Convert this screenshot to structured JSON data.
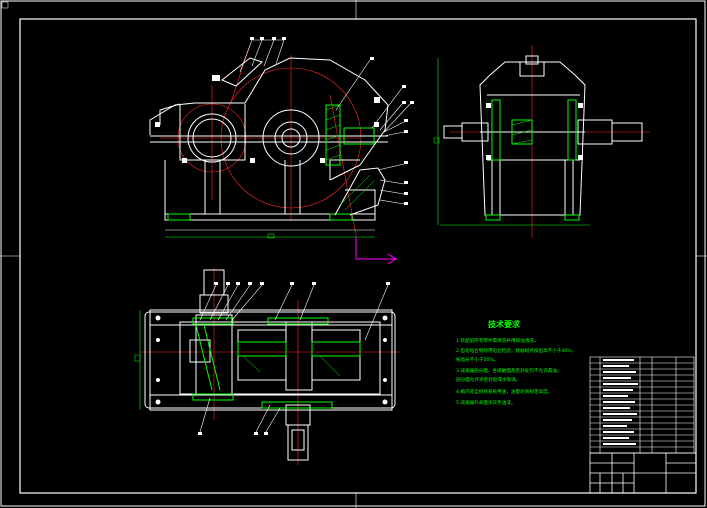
{
  "drawing": {
    "background": "#000000",
    "line_color": "#ffffff",
    "centerline_color": "#ff2a2a",
    "section_color": "#00ff00",
    "dimension_color": "#00ff00",
    "leader_color": "#ffffff",
    "axis_color": "#ff00ff",
    "text_color": "#00ff00"
  },
  "tech_requirements": {
    "title": "技术要求",
    "lines": [
      "1.装配前所有零件需清洗并用煤油清洗。",
      "2.齿轮啮合侧隙用铅丝检验，接触斑点按齿高不小于40%，",
      "  按齿长不小于50%。",
      "3.减速器剖分面、各接触面及密封处均不允许漏油，",
      "  剖分面允许涂密封胶或水玻璃。",
      "4.箱内装全损耗系统用油，油量达到规定高度。",
      "5.减速器外表面涂灰色油漆。"
    ]
  }
}
